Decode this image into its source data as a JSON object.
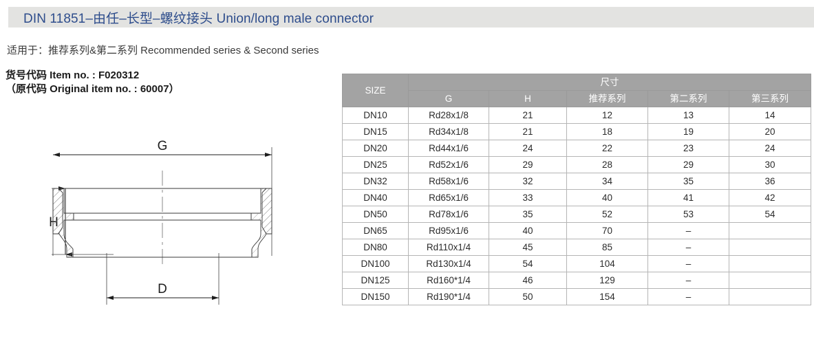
{
  "header": {
    "title": "DIN 11851–由任–长型–螺纹接头 Union/long male connector"
  },
  "subtitle": "适用于：推荐系列&第二系列 Recommended series & Second series",
  "item_info": {
    "item_no_line": "货号代码 Item no. : F020312",
    "original_item_no_line": "（原代码 Original item no. : 60007）"
  },
  "drawing": {
    "label_g": "G",
    "label_h": "H",
    "label_d": "D"
  },
  "colors": {
    "title_text": "#2e4d8c",
    "title_bar_bg": "#e3e3e1",
    "table_header_bg": "#a3a3a3",
    "size_cell_bg": "#e2e2e0",
    "border": "#b5b5b5"
  },
  "table": {
    "size_header": "SIZE",
    "group_header": "尺寸",
    "columns": [
      "G",
      "H",
      "推荐系列",
      "第二系列",
      "第三系列"
    ],
    "rows": [
      {
        "size": "DN10",
        "g": "Rd28x1/8",
        "h": "21",
        "recommended": "12",
        "second": "13",
        "third": "14"
      },
      {
        "size": "DN15",
        "g": "Rd34x1/8",
        "h": "21",
        "recommended": "18",
        "second": "19",
        "third": "20"
      },
      {
        "size": "DN20",
        "g": "Rd44x1/6",
        "h": "24",
        "recommended": "22",
        "second": "23",
        "third": "24"
      },
      {
        "size": "DN25",
        "g": "Rd52x1/6",
        "h": "29",
        "recommended": "28",
        "second": "29",
        "third": "30"
      },
      {
        "size": "DN32",
        "g": "Rd58x1/6",
        "h": "32",
        "recommended": "34",
        "second": "35",
        "third": "36"
      },
      {
        "size": "DN40",
        "g": "Rd65x1/6",
        "h": "33",
        "recommended": "40",
        "second": "41",
        "third": "42"
      },
      {
        "size": "DN50",
        "g": "Rd78x1/6",
        "h": "35",
        "recommended": "52",
        "second": "53",
        "third": "54"
      },
      {
        "size": "DN65",
        "g": "Rd95x1/6",
        "h": "40",
        "recommended": "70",
        "second": "–",
        "third": ""
      },
      {
        "size": "DN80",
        "g": "Rd110x1/4",
        "h": "45",
        "recommended": "85",
        "second": "–",
        "third": ""
      },
      {
        "size": "DN100",
        "g": "Rd130x1/4",
        "h": "54",
        "recommended": "104",
        "second": "–",
        "third": ""
      },
      {
        "size": "DN125",
        "g": "Rd160*1/4",
        "h": "46",
        "recommended": "129",
        "second": "–",
        "third": ""
      },
      {
        "size": "DN150",
        "g": "Rd190*1/4",
        "h": "50",
        "recommended": "154",
        "second": "–",
        "third": ""
      }
    ]
  }
}
